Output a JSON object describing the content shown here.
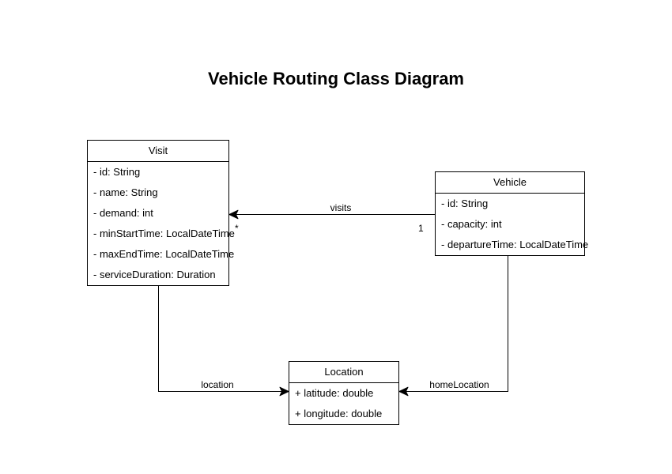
{
  "title": "Vehicle Routing Class Diagram",
  "classes": {
    "visit": {
      "name": "Visit",
      "attributes": [
        "- id: String",
        "- name: String",
        "- demand: int",
        "- minStartTime: LocalDateTime",
        "- maxEndTime: LocalDateTime",
        "- serviceDuration: Duration"
      ]
    },
    "vehicle": {
      "name": "Vehicle",
      "attributes": [
        "- id: String",
        "- capacity: int",
        "- departureTime: LocalDateTime"
      ]
    },
    "location": {
      "name": "Location",
      "attributes": [
        "+ latitude: double",
        "+ longitude: double"
      ]
    }
  },
  "edges": {
    "visits": {
      "label": "visits",
      "source": "Vehicle",
      "target": "Visit",
      "source_multiplicity": "1",
      "target_multiplicity": "*"
    },
    "location": {
      "label": "location",
      "source": "Visit",
      "target": "Location"
    },
    "home_location": {
      "label": "homeLocation",
      "source": "Vehicle",
      "target": "Location"
    }
  },
  "colors": {
    "stroke": "#000000",
    "box_fill": "#ffffff",
    "text": "#000000"
  }
}
